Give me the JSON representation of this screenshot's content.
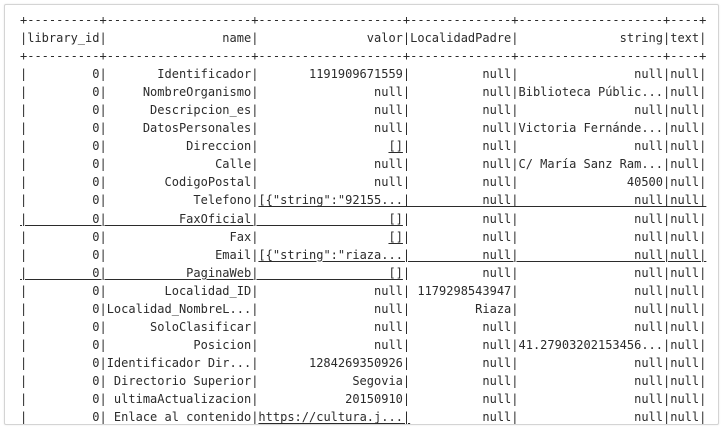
{
  "table": {
    "columns": [
      {
        "name": "library_id",
        "width": 10
      },
      {
        "name": "name",
        "width": 20
      },
      {
        "name": "valor",
        "width": 20
      },
      {
        "name": "LocalidadPadre",
        "width": 14
      },
      {
        "name": "string",
        "width": 20
      },
      {
        "name": "text",
        "width": 4
      }
    ],
    "rows": [
      {
        "cells": [
          "0",
          "Identificador",
          "1191909671559",
          "null",
          "null",
          "null"
        ],
        "underline": []
      },
      {
        "cells": [
          "0",
          "NombreOrganismo",
          "null",
          "null",
          "Biblioteca Públic...",
          "null"
        ],
        "underline": []
      },
      {
        "cells": [
          "0",
          "Descripcion_es",
          "null",
          "null",
          "null",
          "null"
        ],
        "underline": []
      },
      {
        "cells": [
          "0",
          "DatosPersonales",
          "null",
          "null",
          "Victoria Fernánde...",
          "null"
        ],
        "underline": []
      },
      {
        "cells": [
          "0",
          "Direccion",
          "[]",
          "null",
          "null",
          "null"
        ],
        "underline": [
          [
            51,
            52
          ]
        ]
      },
      {
        "cells": [
          "0",
          "Calle",
          "null",
          "null",
          "C/ María Sanz Ram...",
          "null"
        ],
        "underline": []
      },
      {
        "cells": [
          "0",
          "CodigoPostal",
          "null",
          "null",
          "40500",
          "null"
        ],
        "underline": []
      },
      {
        "cells": [
          "0",
          "Telefono",
          "[{\"string\":\"92155...",
          "null",
          "null",
          "null"
        ],
        "underline": [
          [
            33,
            94
          ]
        ]
      },
      {
        "cells": [
          "0",
          "FaxOficial",
          "[]",
          "null",
          "null",
          "null"
        ],
        "underline": [
          [
            0,
            52
          ]
        ]
      },
      {
        "cells": [
          "0",
          "Fax",
          "[]",
          "null",
          "null",
          "null"
        ],
        "underline": [
          [
            51,
            52
          ]
        ]
      },
      {
        "cells": [
          "0",
          "Email",
          "[{\"string\":\"riaza...",
          "null",
          "null",
          "null"
        ],
        "underline": [
          [
            33,
            94
          ]
        ]
      },
      {
        "cells": [
          "0",
          "PaginaWeb",
          "[]",
          "null",
          "null",
          "null"
        ],
        "underline": [
          [
            0,
            52
          ]
        ]
      },
      {
        "cells": [
          "0",
          "Localidad_ID",
          "null",
          "1179298543947",
          "null",
          "null"
        ],
        "underline": []
      },
      {
        "cells": [
          "0",
          "Localidad_NombreL...",
          "null",
          "Riaza",
          "null",
          "null"
        ],
        "underline": []
      },
      {
        "cells": [
          "0",
          "SoloClasificar",
          "null",
          "null",
          "null",
          "null"
        ],
        "underline": []
      },
      {
        "cells": [
          "0",
          "Posicion",
          "null",
          "null",
          "41.27903202153456...",
          "null"
        ],
        "underline": []
      },
      {
        "cells": [
          "0",
          "Identificador Dir...",
          "1284269350926",
          "null",
          "null",
          "null"
        ],
        "underline": []
      },
      {
        "cells": [
          "0",
          "Directorio Superior",
          "Segovia",
          "null",
          "null",
          "null"
        ],
        "underline": []
      },
      {
        "cells": [
          "0",
          "ultimaActualizacion",
          "20150910",
          "null",
          "null",
          "null"
        ],
        "underline": []
      },
      {
        "cells": [
          "0",
          "Enlace al contenido",
          "https://cultura.j...",
          "null",
          "null",
          "null"
        ],
        "underline": [
          [
            33,
            53
          ]
        ]
      }
    ]
  },
  "colors": {
    "text": "#2b2b2b",
    "border": "#d4d4d4",
    "background": "#ffffff"
  }
}
